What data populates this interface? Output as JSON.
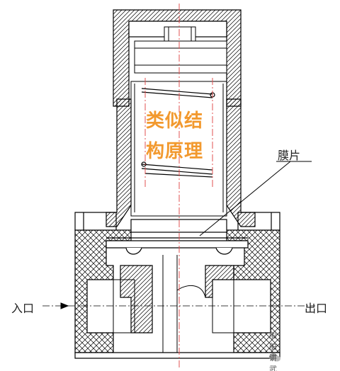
{
  "overlay": {
    "line1": "类似结",
    "line2": "构原理"
  },
  "labels": {
    "diaphragm": "膜片",
    "inlet": "入口",
    "outlet": "出口"
  },
  "watermark": {
    "text": "船舶讲武堂",
    "icon": "wechat-icon"
  },
  "colors": {
    "overlay_text": "#f2992e",
    "centerline": "#e05050",
    "outline": "#000000",
    "hatch": "#000000"
  }
}
